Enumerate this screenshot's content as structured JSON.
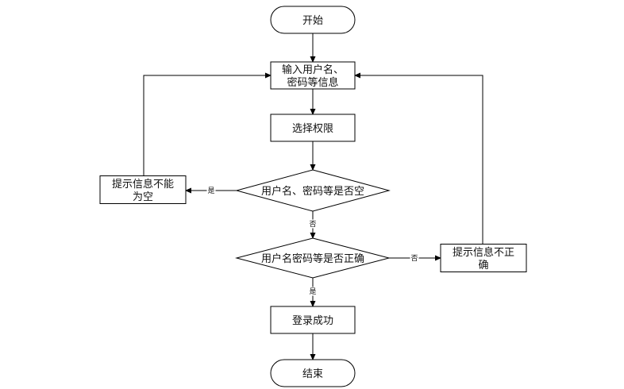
{
  "diagram": {
    "type": "flowchart",
    "colors": {
      "stroke": "#000000",
      "fill": "#ffffff",
      "text": "#111111"
    },
    "nodes": {
      "start": {
        "shape": "terminator",
        "lines": [
          "开始"
        ]
      },
      "input": {
        "shape": "process",
        "lines": [
          "输入用户名、",
          "密码等信息"
        ]
      },
      "select_role": {
        "shape": "process",
        "lines": [
          "选择权限"
        ]
      },
      "check_empty": {
        "shape": "decision",
        "lines": [
          "用户名、密码等是否空"
        ]
      },
      "empty_msg": {
        "shape": "process",
        "lines": [
          "提示信息不能",
          "为空"
        ]
      },
      "check_correct": {
        "shape": "decision",
        "lines": [
          "用户名密码等是否正确"
        ]
      },
      "incorrect_msg": {
        "shape": "process",
        "lines": [
          "提示信息不正",
          "确"
        ]
      },
      "login_success": {
        "shape": "process",
        "lines": [
          "登录成功"
        ]
      },
      "end": {
        "shape": "terminator",
        "lines": [
          "结束"
        ]
      }
    },
    "edges": [
      {
        "from": "start",
        "to": "input",
        "label": ""
      },
      {
        "from": "input",
        "to": "select_role",
        "label": ""
      },
      {
        "from": "select_role",
        "to": "check_empty",
        "label": ""
      },
      {
        "from": "check_empty",
        "to": "empty_msg",
        "label": "是"
      },
      {
        "from": "empty_msg",
        "to": "input",
        "label": ""
      },
      {
        "from": "check_empty",
        "to": "check_correct",
        "label": "否"
      },
      {
        "from": "check_correct",
        "to": "incorrect_msg",
        "label": "否"
      },
      {
        "from": "incorrect_msg",
        "to": "input",
        "label": ""
      },
      {
        "from": "check_correct",
        "to": "login_success",
        "label": "是"
      },
      {
        "from": "login_success",
        "to": "end",
        "label": ""
      }
    ]
  }
}
